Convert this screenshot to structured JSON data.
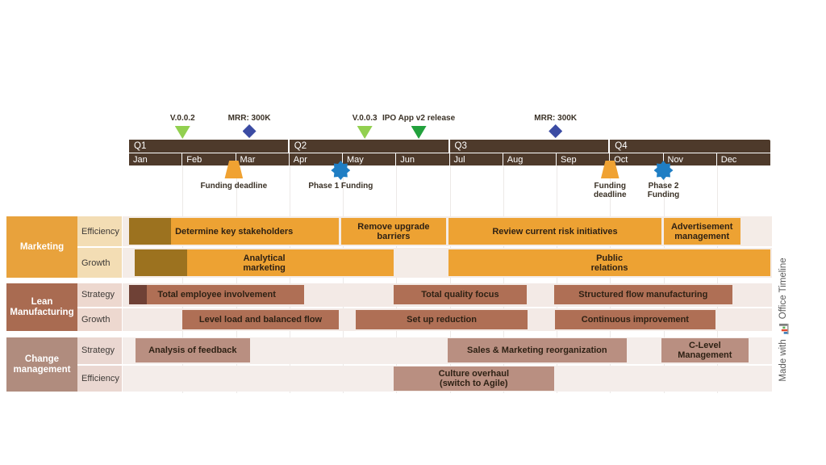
{
  "watermark": {
    "prefix": "Made with",
    "brand": "Office Timeline",
    "color": "#595959"
  },
  "chart_data": {
    "type": "timeline-gantt",
    "axis": {
      "quarters": [
        "Q1",
        "Q2",
        "Q3",
        "Q4"
      ],
      "months": [
        "Jan",
        "Feb",
        "Mar",
        "Apr",
        "May",
        "Jun",
        "Jul",
        "Aug",
        "Sep",
        "Oct",
        "Nov",
        "Dec"
      ],
      "range_months": [
        0,
        12
      ],
      "bar_color": "#4E3A2B",
      "text_color": "#FFFFFF"
    },
    "milestones": [
      {
        "label": "V.0.0.2",
        "month": 1.0,
        "position": "above",
        "shape": "triangle",
        "color": "#92D050"
      },
      {
        "label": "MRR: 300K",
        "month": 2.25,
        "position": "above",
        "shape": "diamond",
        "color": "#3B4BA3"
      },
      {
        "label": "V.0.0.3",
        "month": 4.41,
        "position": "above",
        "shape": "triangle",
        "color": "#92D050"
      },
      {
        "label": "IPO App v2 release",
        "month": 5.42,
        "position": "above",
        "shape": "triangle",
        "color": "#22A13C"
      },
      {
        "label": "MRR: 300K",
        "month": 7.98,
        "position": "above",
        "shape": "diamond",
        "color": "#3B4BA3"
      },
      {
        "label": "Funding deadline",
        "month": 1.96,
        "position": "below",
        "shape": "trapezoid",
        "color": "#F0A232"
      },
      {
        "label": "Phase 1 Funding",
        "month": 3.96,
        "position": "below",
        "shape": "star",
        "color": "#1F7EC4"
      },
      {
        "label": "Funding\ndeadline",
        "month": 9.0,
        "position": "below",
        "shape": "trapezoid",
        "color": "#F0A232"
      },
      {
        "label": "Phase 2\nFunding",
        "month": 10.0,
        "position": "below",
        "shape": "star",
        "color": "#1F7EC4"
      }
    ],
    "swimlanes": [
      {
        "name": "Marketing",
        "colors": {
          "header": "#E8A23C",
          "header_text": "#FFFFFF",
          "sublabel_bg": "#F3DDB4",
          "row_bg": "#F4ECE7",
          "bar": "#EDA233",
          "progress": "#9C721F"
        },
        "rows": [
          {
            "label": "Efficiency",
            "tasks": [
              {
                "label": "Determine key stakeholders",
                "start_month": 0.0,
                "end_month": 3.93,
                "progress_month": 0.78
              },
              {
                "label": "Remove upgrade\nbarriers",
                "start_month": 3.97,
                "end_month": 5.93
              },
              {
                "label": "Review current risk initiatives",
                "start_month": 5.98,
                "end_month": 9.96
              },
              {
                "label": "Advertisement\nmanagement",
                "start_month": 10.0,
                "end_month": 11.44
              }
            ]
          },
          {
            "label": "Growth",
            "tasks": [
              {
                "label": "Analytical\nmarketing",
                "start_month": 0.11,
                "end_month": 4.95,
                "progress_month": 1.09
              },
              {
                "label": "Public\nrelations",
                "start_month": 5.98,
                "end_month": 12.0
              }
            ]
          }
        ]
      },
      {
        "name": "Lean Manufacturing",
        "colors": {
          "header": "#A96B51",
          "header_text": "#FFFFFF",
          "sublabel_bg": "#EDD8CF",
          "row_bg": "#F3EAE6",
          "bar": "#AF6F55",
          "progress": "#6F4136"
        },
        "rows": [
          {
            "label": "Strategy",
            "tasks": [
              {
                "label": "Total employee involvement",
                "start_month": 0.0,
                "end_month": 3.28,
                "progress_month": 0.33
              },
              {
                "label": "Total quality focus",
                "start_month": 4.95,
                "end_month": 7.44
              },
              {
                "label": "Structured flow manufacturing",
                "start_month": 7.95,
                "end_month": 11.29
              }
            ]
          },
          {
            "label": "Growth",
            "tasks": [
              {
                "label": "Level load and balanced flow",
                "start_month": 1.0,
                "end_month": 3.92
              },
              {
                "label": "Set up reduction",
                "start_month": 4.24,
                "end_month": 7.46
              },
              {
                "label": "Continuous improvement",
                "start_month": 7.97,
                "end_month": 10.97
              }
            ]
          }
        ]
      },
      {
        "name": "Change management",
        "colors": {
          "header": "#B08C7E",
          "header_text": "#FFFFFF",
          "sublabel_bg": "#EAD7D1",
          "row_bg": "#F4EDEA",
          "bar": "#B98F81"
        },
        "rows": [
          {
            "label": "Strategy",
            "tasks": [
              {
                "label": "Analysis of feedback",
                "start_month": 0.12,
                "end_month": 2.26
              },
              {
                "label": "Sales & Marketing reorganization",
                "start_month": 5.96,
                "end_month": 9.31
              },
              {
                "label": "C-Level\nManagement",
                "start_month": 9.96,
                "end_month": 11.59
              }
            ]
          },
          {
            "label": "Efficiency",
            "tasks": [
              {
                "label": "Culture overhaul\n(switch to Agile)",
                "start_month": 4.95,
                "end_month": 7.95
              }
            ]
          }
        ]
      }
    ]
  }
}
